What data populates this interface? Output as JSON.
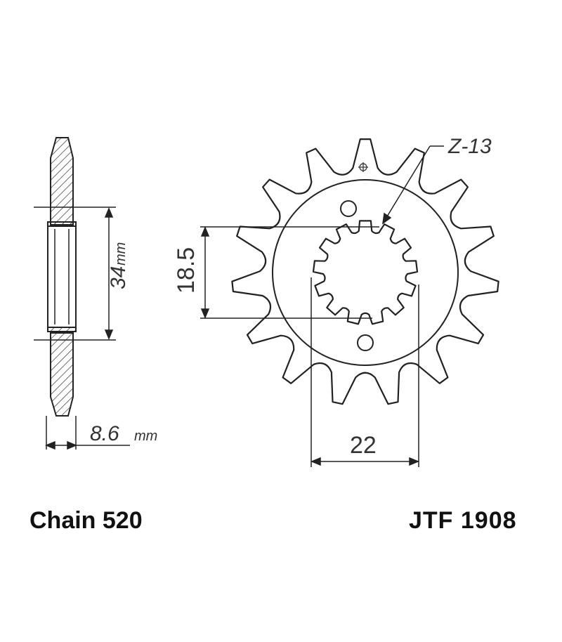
{
  "dimensions": {
    "inner_height": {
      "value": "34",
      "unit": "mm"
    },
    "width": {
      "value": "8.6",
      "unit": "mm"
    },
    "spline_height": "18.5",
    "spline_width": "22",
    "teeth": "Z-13"
  },
  "sprocket": {
    "tooth_count": 15,
    "spline_count": 13,
    "bolt_holes": 2
  },
  "captions": {
    "chain": "Chain 520",
    "part_number": "JTF 1908"
  },
  "colors": {
    "line": "#222222",
    "fill": "#ffffff",
    "text": "#111111"
  }
}
